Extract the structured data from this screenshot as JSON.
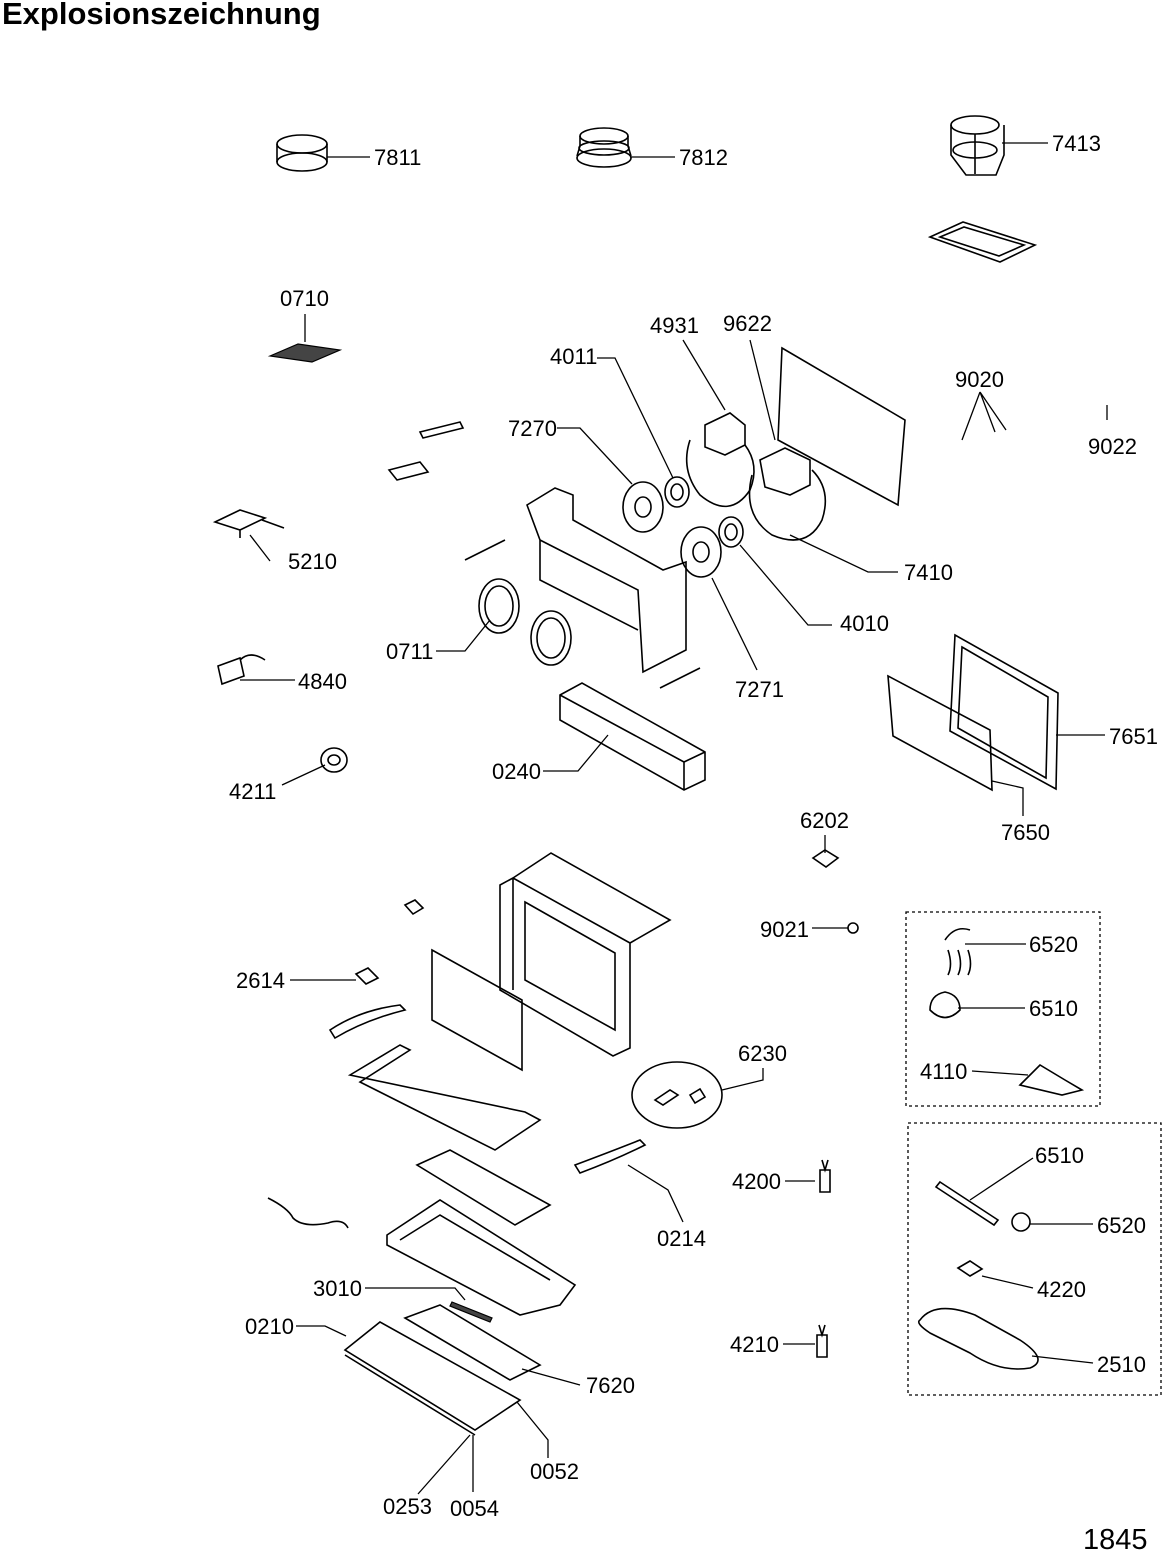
{
  "title": "Explosionszeichnung",
  "page_number": "1845",
  "parts": [
    {
      "id": "7811",
      "label": "7811"
    },
    {
      "id": "7812",
      "label": "7812"
    },
    {
      "id": "7413",
      "label": "7413"
    },
    {
      "id": "0710",
      "label": "0710"
    },
    {
      "id": "4931",
      "label": "4931"
    },
    {
      "id": "9622",
      "label": "9622"
    },
    {
      "id": "4011",
      "label": "4011"
    },
    {
      "id": "9020",
      "label": "9020"
    },
    {
      "id": "9022",
      "label": "9022"
    },
    {
      "id": "7270",
      "label": "7270"
    },
    {
      "id": "5210",
      "label": "5210"
    },
    {
      "id": "7410",
      "label": "7410"
    },
    {
      "id": "4010",
      "label": "4010"
    },
    {
      "id": "0711",
      "label": "0711"
    },
    {
      "id": "7271",
      "label": "7271"
    },
    {
      "id": "4840",
      "label": "4840"
    },
    {
      "id": "7651",
      "label": "7651"
    },
    {
      "id": "4211",
      "label": "4211"
    },
    {
      "id": "0240",
      "label": "0240"
    },
    {
      "id": "7650",
      "label": "7650"
    },
    {
      "id": "6202",
      "label": "6202"
    },
    {
      "id": "9021",
      "label": "9021"
    },
    {
      "id": "6520a",
      "label": "6520"
    },
    {
      "id": "2614",
      "label": "2614"
    },
    {
      "id": "6510a",
      "label": "6510"
    },
    {
      "id": "6230",
      "label": "6230"
    },
    {
      "id": "4110",
      "label": "4110"
    },
    {
      "id": "6510b",
      "label": "6510"
    },
    {
      "id": "4200",
      "label": "4200"
    },
    {
      "id": "0214",
      "label": "0214"
    },
    {
      "id": "6520b",
      "label": "6520"
    },
    {
      "id": "3010",
      "label": "3010"
    },
    {
      "id": "4220",
      "label": "4220"
    },
    {
      "id": "0210",
      "label": "0210"
    },
    {
      "id": "4210",
      "label": "4210"
    },
    {
      "id": "2510",
      "label": "2510"
    },
    {
      "id": "7620",
      "label": "7620"
    },
    {
      "id": "0052",
      "label": "0052"
    },
    {
      "id": "0253",
      "label": "0253"
    },
    {
      "id": "0054",
      "label": "0054"
    }
  ]
}
